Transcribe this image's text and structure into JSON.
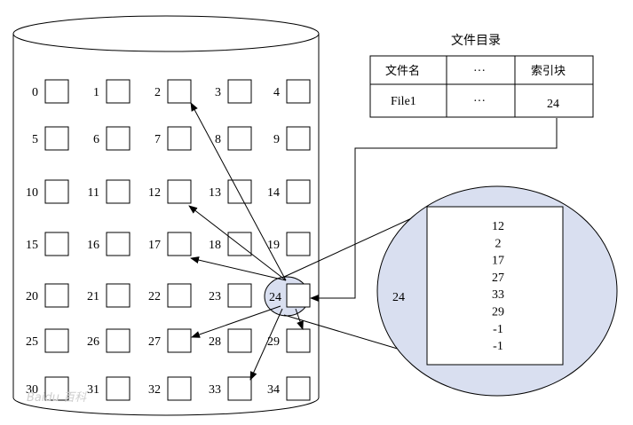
{
  "disk": {
    "blocks": [
      "0",
      "1",
      "2",
      "3",
      "4",
      "5",
      "6",
      "7",
      "8",
      "9",
      "10",
      "11",
      "12",
      "13",
      "14",
      "15",
      "16",
      "17",
      "18",
      "19",
      "20",
      "21",
      "22",
      "23",
      "24",
      "25",
      "26",
      "27",
      "28",
      "29",
      "30",
      "31",
      "32",
      "33",
      "34"
    ]
  },
  "directory": {
    "title": "文件目录",
    "headers": [
      "文件名",
      "···",
      "索引块"
    ],
    "row": [
      "File1",
      "···",
      "24"
    ]
  },
  "index_block": {
    "label": "24",
    "entries": [
      "12",
      "2",
      "17",
      "27",
      "33",
      "29",
      "-1",
      "-1"
    ]
  },
  "watermark": "Baidu 百科"
}
